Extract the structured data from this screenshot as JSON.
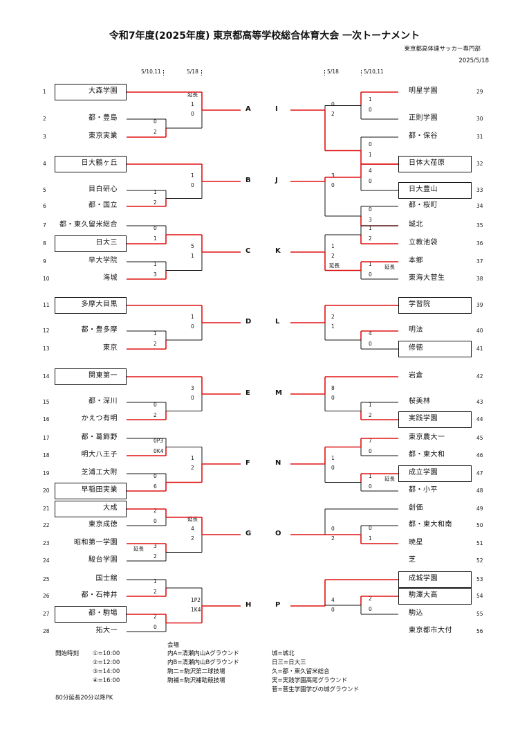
{
  "header": {
    "title": "令和7年度(2025年度) 東京都高等学校総合体育大会 一次トーナメント",
    "org": "東京都高体連サッカー専門部",
    "date": "2025/5/18"
  },
  "rounds": {
    "left_r1": "5/10,11",
    "left_r2": "5/18",
    "right_r2": "5/18",
    "right_r1": "5/10,11"
  },
  "groups": [
    "A",
    "B",
    "C",
    "D",
    "E",
    "F",
    "G",
    "H",
    "I",
    "J",
    "K",
    "L",
    "M",
    "N",
    "O",
    "P"
  ],
  "teams_left": [
    {
      "n": "1",
      "name": "大森学園",
      "seed": true
    },
    {
      "n": "2",
      "name": "都・豊島",
      "seed": false
    },
    {
      "n": "3",
      "name": "東京実業",
      "seed": false
    },
    {
      "n": "4",
      "name": "日大鶴ヶ丘",
      "seed": true
    },
    {
      "n": "5",
      "name": "目白研心",
      "seed": false
    },
    {
      "n": "6",
      "name": "都・国立",
      "seed": false
    },
    {
      "n": "7",
      "name": "都・東久留米総合",
      "seed": false
    },
    {
      "n": "8",
      "name": "日大三",
      "seed": true
    },
    {
      "n": "9",
      "name": "早大学院",
      "seed": false
    },
    {
      "n": "10",
      "name": "海城",
      "seed": false
    },
    {
      "n": "11",
      "name": "多摩大目黒",
      "seed": true
    },
    {
      "n": "12",
      "name": "都・豊多摩",
      "seed": false
    },
    {
      "n": "13",
      "name": "東京",
      "seed": false
    },
    {
      "n": "14",
      "name": "関東第一",
      "seed": true
    },
    {
      "n": "15",
      "name": "都・深川",
      "seed": false
    },
    {
      "n": "16",
      "name": "かえつ有明",
      "seed": false
    },
    {
      "n": "17",
      "name": "都・葛飾野",
      "seed": false
    },
    {
      "n": "18",
      "name": "明大八王子",
      "seed": false
    },
    {
      "n": "19",
      "name": "芝浦工大附",
      "seed": false
    },
    {
      "n": "20",
      "name": "早稲田実業",
      "seed": true
    },
    {
      "n": "21",
      "name": "大成",
      "seed": true
    },
    {
      "n": "22",
      "name": "東京成徳",
      "seed": false
    },
    {
      "n": "23",
      "name": "昭和第一学園",
      "seed": false
    },
    {
      "n": "24",
      "name": "駿台学園",
      "seed": false
    },
    {
      "n": "25",
      "name": "国士舘",
      "seed": false
    },
    {
      "n": "26",
      "name": "都・石神井",
      "seed": false
    },
    {
      "n": "27",
      "name": "都・駒場",
      "seed": true
    },
    {
      "n": "28",
      "name": "拓大一",
      "seed": false
    }
  ],
  "teams_right": [
    {
      "n": "29",
      "name": "明星学園",
      "seed": false
    },
    {
      "n": "30",
      "name": "正則学園",
      "seed": false
    },
    {
      "n": "31",
      "name": "都・保谷",
      "seed": false
    },
    {
      "n": "32",
      "name": "日体大荏原",
      "seed": true
    },
    {
      "n": "33",
      "name": "日大豊山",
      "seed": true
    },
    {
      "n": "34",
      "name": "都・桜町",
      "seed": false
    },
    {
      "n": "35",
      "name": "城北",
      "seed": false
    },
    {
      "n": "36",
      "name": "立教池袋",
      "seed": false
    },
    {
      "n": "37",
      "name": "本郷",
      "seed": false
    },
    {
      "n": "38",
      "name": "東海大菅生",
      "seed": false
    },
    {
      "n": "39",
      "name": "学習院",
      "seed": true
    },
    {
      "n": "40",
      "name": "明法",
      "seed": false
    },
    {
      "n": "41",
      "name": "修徳",
      "seed": true
    },
    {
      "n": "42",
      "name": "岩倉",
      "seed": false
    },
    {
      "n": "43",
      "name": "桜美林",
      "seed": false
    },
    {
      "n": "44",
      "name": "実践学園",
      "seed": true
    },
    {
      "n": "45",
      "name": "東京農大一",
      "seed": false
    },
    {
      "n": "46",
      "name": "都・東大和",
      "seed": false
    },
    {
      "n": "47",
      "name": "成立学園",
      "seed": true
    },
    {
      "n": "48",
      "name": "都・小平",
      "seed": false
    },
    {
      "n": "49",
      "name": "創価",
      "seed": false
    },
    {
      "n": "50",
      "name": "都・東大和南",
      "seed": false
    },
    {
      "n": "51",
      "name": "暁星",
      "seed": false
    },
    {
      "n": "52",
      "name": "芝",
      "seed": false
    },
    {
      "n": "53",
      "name": "成城学園",
      "seed": true
    },
    {
      "n": "54",
      "name": "駒澤大高",
      "seed": true
    },
    {
      "n": "55",
      "name": "駒込",
      "seed": false
    },
    {
      "n": "56",
      "name": "東京都市大付",
      "seed": false
    }
  ],
  "scores": {
    "l_first": [
      {
        "a": "0",
        "b": "2",
        "tag": ""
      },
      {
        "a": "1",
        "b": "2",
        "tag": ""
      },
      {
        "a": "0",
        "b": "1",
        "tag": ""
      },
      {
        "a": "1",
        "b": "3",
        "tag": ""
      },
      {
        "a": "1",
        "b": "2",
        "tag": ""
      },
      {
        "a": "0",
        "b": "2",
        "tag": ""
      },
      {
        "a": "0P3",
        "b": "0K4",
        "tag": ""
      },
      {
        "a": "0",
        "b": "6",
        "tag": ""
      },
      {
        "a": "2",
        "b": "0",
        "tag": ""
      },
      {
        "a": "3",
        "b": "2",
        "tag": "延長"
      },
      {
        "a": "1",
        "b": "2",
        "tag": ""
      },
      {
        "a": "2",
        "b": "0",
        "tag": ""
      }
    ],
    "l_second": [
      {
        "a": "1",
        "b": "0",
        "tag": "延長"
      },
      {
        "a": "1",
        "b": "0",
        "tag": ""
      },
      {
        "a": "5",
        "b": "1",
        "tag": ""
      },
      {
        "a": "1",
        "b": "0",
        "tag": ""
      },
      {
        "a": "3",
        "b": "0",
        "tag": ""
      },
      {
        "a": "1",
        "b": "2",
        "tag": ""
      },
      {
        "a": "4",
        "b": "2",
        "tag": "延長"
      },
      {
        "a": "1P2",
        "b": "1K4",
        "tag": ""
      }
    ],
    "r_first": [
      {
        "a": "1",
        "b": "0",
        "tag": ""
      },
      {
        "a": "0",
        "b": "1",
        "tag": ""
      },
      {
        "a": "4",
        "b": "0",
        "tag": ""
      },
      {
        "a": "0",
        "b": "3",
        "tag": ""
      },
      {
        "a": "1",
        "b": "2",
        "tag": ""
      },
      {
        "a": "1",
        "b": "0",
        "tag": "延長"
      },
      {
        "a": "4",
        "b": "0",
        "tag": ""
      },
      {
        "a": "1",
        "b": "2",
        "tag": ""
      },
      {
        "a": "7",
        "b": "0",
        "tag": ""
      },
      {
        "a": "1",
        "b": "0",
        "tag": "延長"
      },
      {
        "a": "0",
        "b": "1",
        "tag": ""
      },
      {
        "a": "2",
        "b": "0",
        "tag": ""
      }
    ],
    "r_second": [
      {
        "a": "0",
        "b": "2",
        "tag": ""
      },
      {
        "a": "3",
        "b": "0",
        "tag": ""
      },
      {
        "a": "1",
        "b": "2",
        "tag": "延長"
      },
      {
        "a": "2",
        "b": "1",
        "tag": ""
      },
      {
        "a": "8",
        "b": "0",
        "tag": ""
      },
      {
        "a": "1",
        "b": "0",
        "tag": ""
      },
      {
        "a": "0",
        "b": "2",
        "tag": ""
      },
      {
        "a": "4",
        "b": "0",
        "tag": ""
      }
    ]
  },
  "notes": {
    "start_label": "開始時刻",
    "times": [
      "①=10:00",
      "②=12:00",
      "③=14:00",
      "④=16:00"
    ],
    "venue_label": "会場",
    "venues": [
      "内A=清瀬内山Aグラウンド",
      "内B=清瀬内山Bグラウンド",
      "駒二=駒沢第二球技場",
      "駒補=駒沢補助競技場"
    ],
    "abbrevs": [
      "城=城北",
      "日三=日大三",
      "久=都・東久留米総合",
      "実=実践学園高尾グラウンド",
      "菅=菅生学園学びの城グラウンド"
    ],
    "rule": "80分延長20分以降PK"
  },
  "colors": {
    "win": "#e01010",
    "line": "#111111"
  }
}
